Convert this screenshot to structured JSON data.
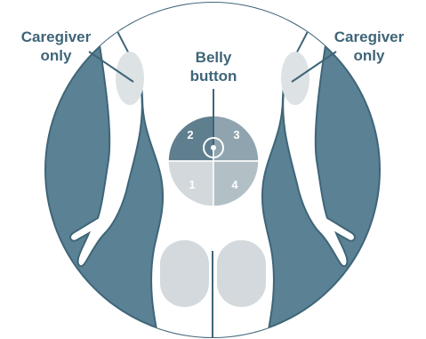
{
  "labels": {
    "caregiver_left": [
      "Caregiver",
      "only"
    ],
    "caregiver_right": [
      "Caregiver",
      "only"
    ],
    "belly_button": [
      "Belly",
      "button"
    ]
  },
  "quadrants": [
    {
      "number": "2",
      "color": "#5f7f8f"
    },
    {
      "number": "3",
      "color": "#8fa4ae"
    },
    {
      "number": "1",
      "color": "#d2d8db"
    },
    {
      "number": "4",
      "color": "#b2bfc5"
    }
  ],
  "colors": {
    "ring": "#5a8194",
    "ring_stroke": "#3f6578",
    "body_fill": "#ffffff",
    "body_outline": "#3f6578",
    "thigh_zone": "#d3d9dc",
    "arm_zone": "#dde2e4",
    "label_text": "#3f6578"
  }
}
